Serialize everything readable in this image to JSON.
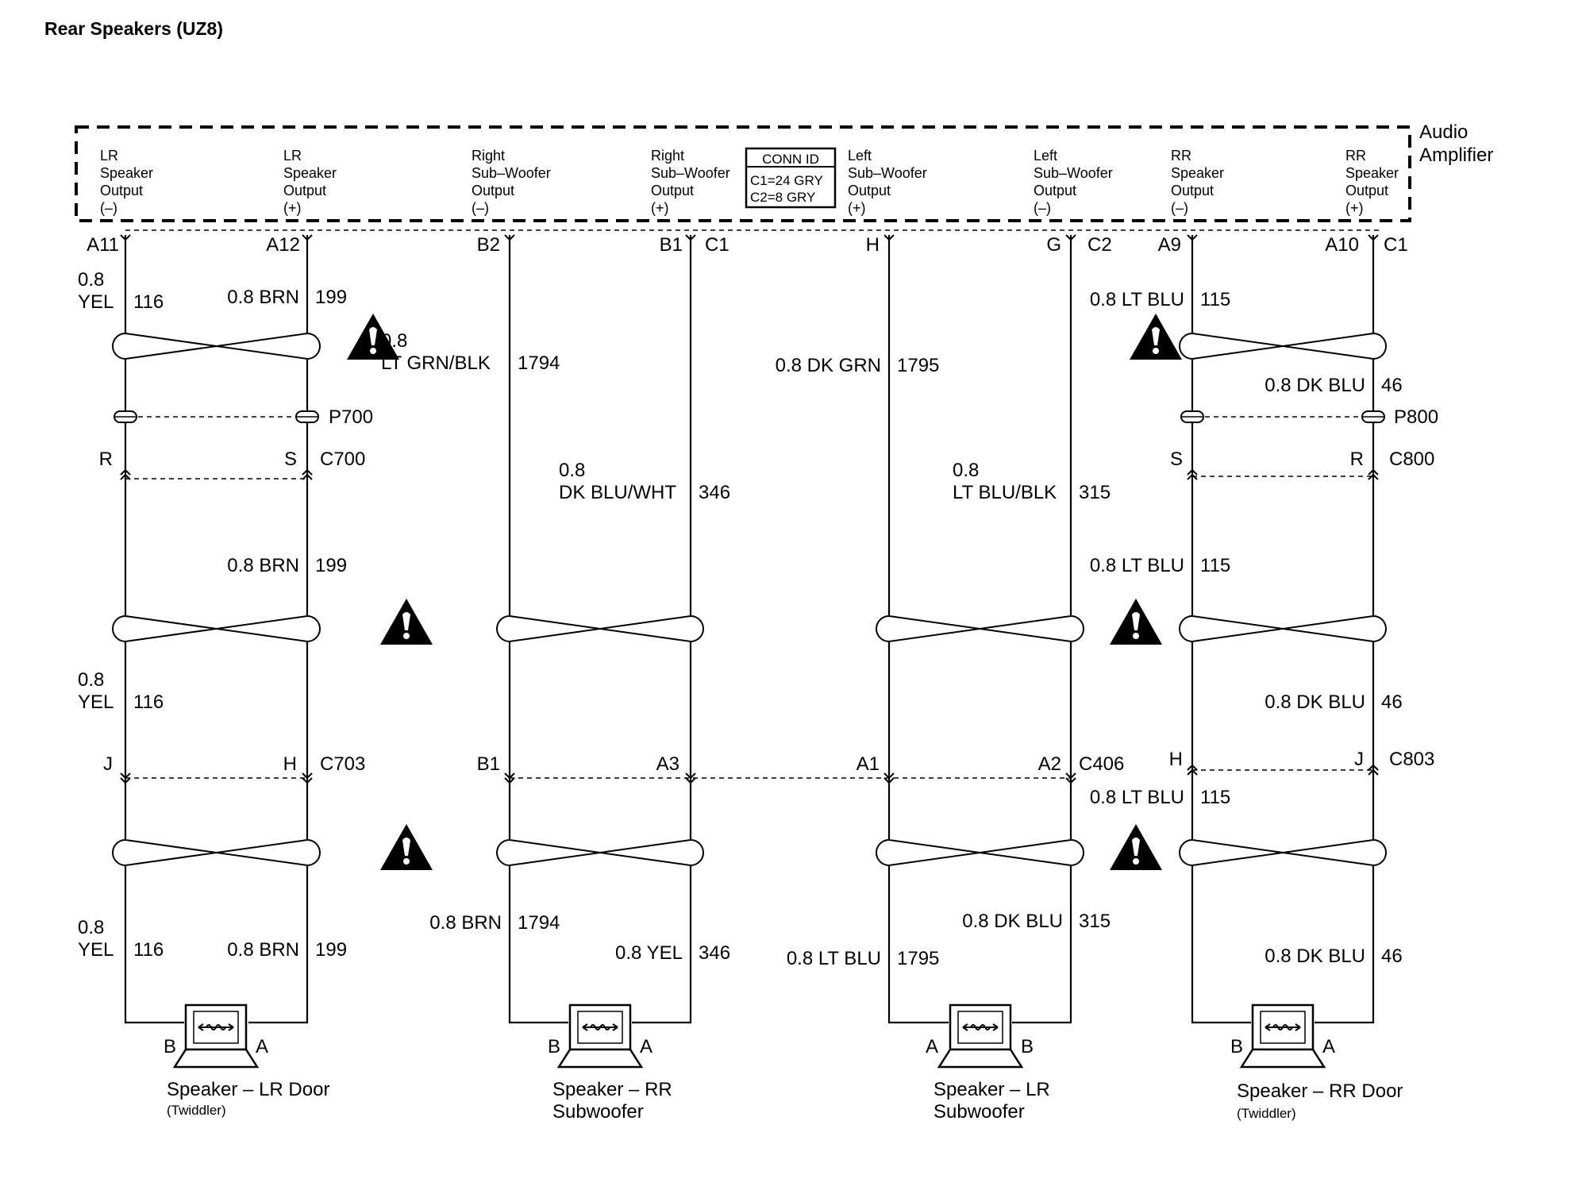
{
  "title": "Rear Speakers (UZ8)",
  "amplifier": {
    "name_line1": "Audio",
    "name_line2": "Amplifier",
    "conn_id": {
      "header": "CONN ID",
      "line1": "C1=24 GRY",
      "line2": "C2=8 GRY"
    },
    "outputs": [
      {
        "l1": "LR",
        "l2": "Speaker",
        "l3": "Output",
        "l4": "(–)"
      },
      {
        "l1": "LR",
        "l2": "Speaker",
        "l3": "Output",
        "l4": "(+)"
      },
      {
        "l1": "Right",
        "l2": "Sub–Woofer",
        "l3": "Output",
        "l4": "(–)"
      },
      {
        "l1": "Right",
        "l2": "Sub–Woofer",
        "l3": "Output",
        "l4": "(+)"
      },
      {
        "l1": "Left",
        "l2": "Sub–Woofer",
        "l3": "Output",
        "l4": "(+)"
      },
      {
        "l1": "Left",
        "l2": "Sub–Woofer",
        "l3": "Output",
        "l4": "(–)"
      },
      {
        "l1": "RR",
        "l2": "Speaker",
        "l3": "Output",
        "l4": "(–)"
      },
      {
        "l1": "RR",
        "l2": "Speaker",
        "l3": "Output",
        "l4": "(+)"
      }
    ],
    "pins": [
      "A11",
      "A12",
      "B2",
      "B1",
      "C1",
      "H",
      "G",
      "C2",
      "A9",
      "A10",
      "C1"
    ]
  },
  "top_wires": [
    {
      "l1": "0.8",
      "l2": "YEL",
      "circuit": "116"
    },
    {
      "l1": "0.8 BRN",
      "circuit": "199"
    },
    {
      "l1": "0.8",
      "l2": "LT GRN/BLK",
      "circuit": "1794"
    },
    {
      "l1": "0.8 DK GRN",
      "circuit": "1795"
    },
    {
      "l1": "0.8 LT BLU",
      "circuit": "115"
    },
    {
      "l1": "0.8 DK BLU",
      "circuit": "46"
    }
  ],
  "splices": [
    "P700",
    "P800"
  ],
  "connectors_mid": {
    "c700": {
      "name": "C700",
      "pins": [
        "R",
        "S"
      ]
    },
    "c800": {
      "name": "C800",
      "pins": [
        "S",
        "R"
      ]
    }
  },
  "middle_wires": [
    {
      "l1": "0.8 BRN",
      "circuit": "199"
    },
    {
      "l1": "0.8",
      "l2": "DK BLU/WHT",
      "circuit": "346"
    },
    {
      "l1": "0.8",
      "l2": "LT BLU/BLK",
      "circuit": "315"
    },
    {
      "l1": "0.8 LT BLU",
      "circuit": "115"
    },
    {
      "l1": "0.8",
      "l2": "YEL",
      "circuit": "116"
    },
    {
      "l1": "0.8 DK BLU",
      "circuit": "46"
    }
  ],
  "connectors_low": {
    "c703": {
      "name": "C703",
      "pins": [
        "J",
        "H"
      ]
    },
    "c406": {
      "name": "C406",
      "pins": [
        "B1",
        "A3",
        "A1",
        "A2"
      ]
    },
    "c803": {
      "name": "C803",
      "pins": [
        "H",
        "J"
      ]
    }
  },
  "low_wire_c406": {
    "l1": "0.8 LT BLU",
    "circuit": "115"
  },
  "bottom_wires": [
    {
      "l1": "0.8",
      "l2": "YEL",
      "circuit": "116"
    },
    {
      "l1": "0.8 BRN",
      "circuit": "199"
    },
    {
      "l1": "0.8 BRN",
      "circuit": "1794"
    },
    {
      "l1": "0.8 YEL",
      "circuit": "346"
    },
    {
      "l1": "0.8 LT BLU",
      "circuit": "1795"
    },
    {
      "l1": "0.8 DK BLU",
      "circuit": "315"
    },
    {
      "l1": "0.8 DK BLU",
      "circuit": "46"
    }
  ],
  "speakers": [
    {
      "l1": "Speaker – LR Door",
      "l2": "(Twiddler)",
      "pin_left": "B",
      "pin_right": "A"
    },
    {
      "l1": "Speaker – RR",
      "l2": "Subwoofer",
      "pin_left": "B",
      "pin_right": "A"
    },
    {
      "l1": "Speaker – LR",
      "l2": "Subwoofer",
      "pin_left": "A",
      "pin_right": "B"
    },
    {
      "l1": "Speaker – RR Door",
      "l2": "(Twiddler)",
      "pin_left": "B",
      "pin_right": "A"
    }
  ]
}
